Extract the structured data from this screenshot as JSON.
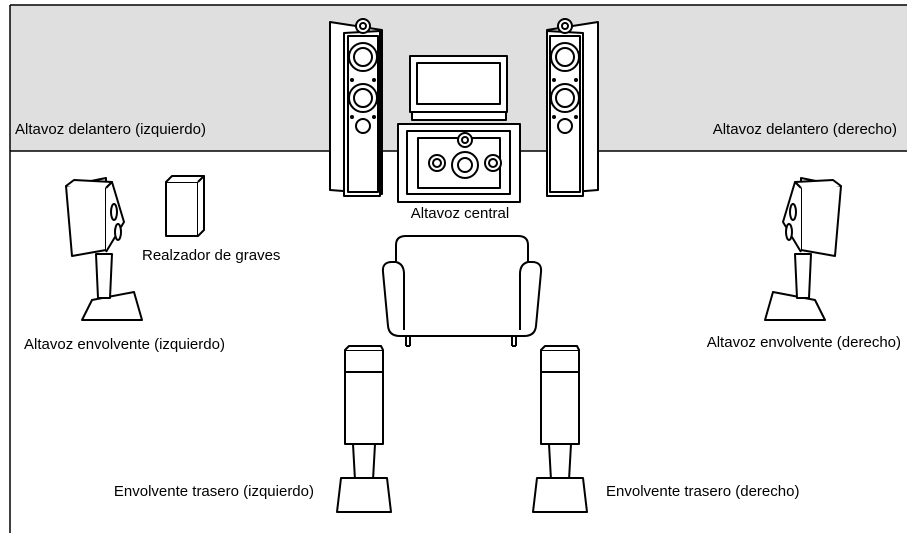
{
  "labels": {
    "front_left": "Altavoz delantero (izquierdo)",
    "front_right": "Altavoz delantero (derecho)",
    "center": "Altavoz central",
    "subwoofer": "Realzador de graves",
    "surround_left": "Altavoz envolvente (izquierdo)",
    "surround_right": "Altavoz envolvente (derecho)",
    "surround_back_left": "Envolvente trasero (izquierdo)",
    "surround_back_right": "Envolvente trasero (derecho)"
  },
  "colors": {
    "back_wall": "#e0dfdf",
    "line": "#000000",
    "background": "#ffffff"
  }
}
